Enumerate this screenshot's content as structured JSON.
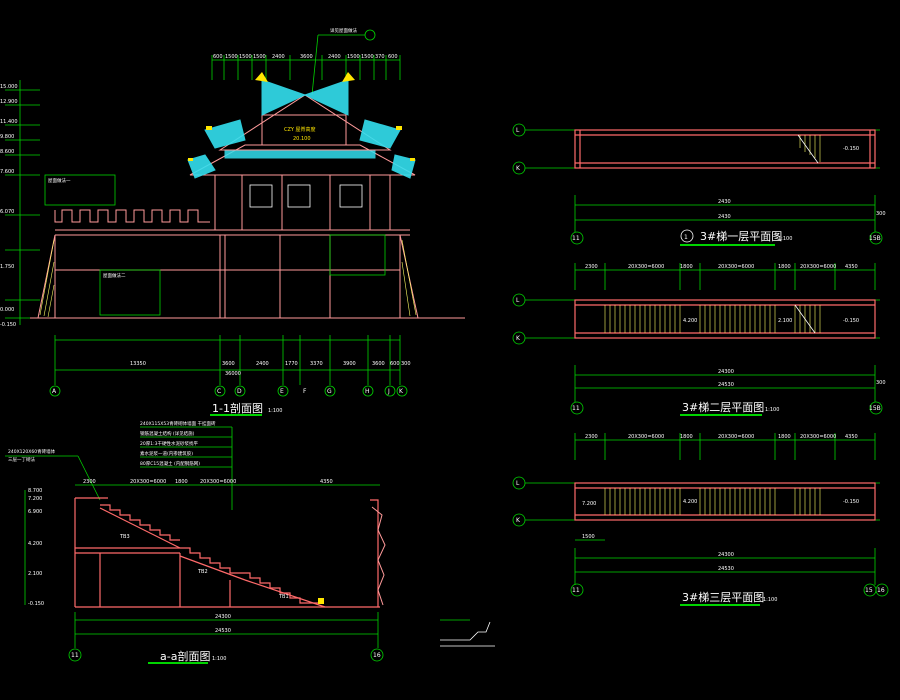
{
  "drawings": {
    "section_1_1": {
      "title": "1-1剖面图",
      "scale": "1:100",
      "roof_label_1": "CZY 屋脊高度",
      "roof_label_2": "20.100",
      "levels_left": [
        "15.000",
        "12.900",
        "11.400",
        "9.800",
        "8.600",
        "7.600",
        "6.070",
        "1.750",
        "0.000",
        "-0.150"
      ],
      "axis_labels": [
        "A",
        "C",
        "D",
        "E",
        "F",
        "G",
        "H",
        "J",
        "K"
      ],
      "bottom_dims": [
        "13350",
        "3600",
        "2400",
        "1770",
        "3370",
        "3900",
        "3600",
        "600",
        "300"
      ],
      "total_dim": "36000",
      "top_dims": [
        "600",
        "1500",
        "1500",
        "1500",
        "2400",
        "3600",
        "2400",
        "1500",
        "1500",
        "370",
        "600"
      ],
      "notes": [
        "详见屋面做法",
        "屋面做法一",
        "屋面做法二"
      ]
    },
    "plan_1": {
      "title": "3#梯一层平面图",
      "circled_number": "1",
      "scale": "1:100",
      "axes_left": [
        "L",
        "K"
      ],
      "axes_bottom": [
        "11",
        "15B"
      ],
      "dims": [
        "2430",
        "2430",
        "300"
      ],
      "level": "-0.150"
    },
    "plan_2": {
      "title": "3#梯二层平面图",
      "scale": "1:100",
      "axes_left": [
        "L",
        "K"
      ],
      "axes_bottom": [
        "11",
        "15B"
      ],
      "top_dims": [
        "2300",
        "20X300=6000",
        "1800",
        "20X300=6000",
        "1800",
        "20X300=6000",
        "4350"
      ],
      "dims": [
        "24300",
        "24530",
        "300"
      ],
      "levels": [
        "4.200",
        "2.100",
        "-0.150"
      ]
    },
    "plan_3": {
      "title": "3#梯三层平面图",
      "scale": "1:100",
      "axes_left": [
        "L",
        "K"
      ],
      "axes_bottom": [
        "11",
        "15",
        "16"
      ],
      "top_dims": [
        "2300",
        "20X300=6000",
        "1800",
        "20X300=6000",
        "1800",
        "20X300=6000",
        "4350"
      ],
      "dims": [
        "1500",
        "24300",
        "24530"
      ],
      "levels": [
        "7.200",
        "4.200",
        "-0.150"
      ]
    },
    "section_a_a": {
      "title": "a-a剖面图",
      "scale": "1:100",
      "levels_left": [
        "8.700",
        "7.200",
        "6.900",
        "4.200",
        "2.100",
        "-0.150"
      ],
      "stair_labels": [
        "TB3",
        "TB2",
        "TB1"
      ],
      "top_dims": [
        "2300",
        "20X300=6000",
        "1800",
        "20X300=6000",
        "4350"
      ],
      "dims": [
        "24300",
        "24530"
      ],
      "axes_bottom": [
        "11",
        "16"
      ],
      "notes": [
        "240X115X53青砖砌体墙面 干挂面砖",
        "钢筋混凝土结构 (详见结施)",
        "20厚1:3干硬性水泥砂浆找平",
        "素水泥浆一道(内掺建筑胶)",
        "80厚C15混凝土 (内配钢筋网)"
      ],
      "note_left": [
        "240X120X60青砖墙体",
        "三层一丁砌法"
      ]
    }
  }
}
